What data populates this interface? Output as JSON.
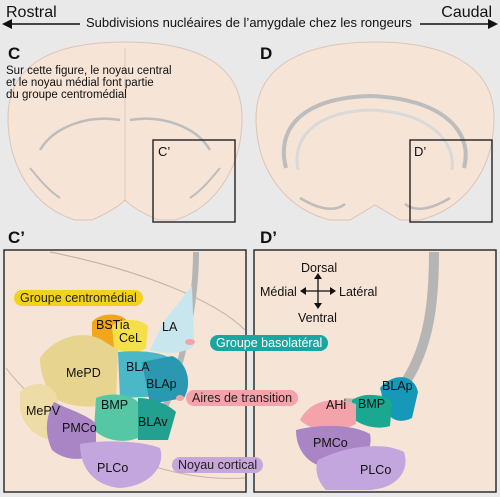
{
  "header": {
    "left": "Rostral",
    "right": "Caudal",
    "title": "Subdivisions nucléaires de l’amygdale chez les rongeurs"
  },
  "panels": {
    "c": "C",
    "d": "D",
    "c_inset": "C’",
    "d_inset": "D’",
    "c_zoom": "C’",
    "d_zoom": "D’"
  },
  "note": {
    "line1": "Sur cette figure, le noyau central",
    "line2": "et le noyau médial font partie",
    "line3": "du groupe centromédial"
  },
  "compass": {
    "up": "Dorsal",
    "down": "Ventral",
    "left": "Médial",
    "right": "Latéral"
  },
  "groups": {
    "centromedial": "Groupe centromédial",
    "basolateral": "Groupe basolatéral",
    "transition": "Aires de transition",
    "cortical": "Noyau cortical"
  },
  "regions_c": {
    "bstia": "BSTia",
    "cel": "CeL",
    "la": "LA",
    "mepd": "MePD",
    "bla": "BLA",
    "blap": "BLAp",
    "mepv": "MePV",
    "bmp": "BMP",
    "blav": "BLAv",
    "pmco": "PMCo",
    "plco": "PLCo"
  },
  "regions_d": {
    "blap": "BLAp",
    "ahi": "AHi",
    "bmp": "BMP",
    "pmco": "PMCo",
    "plco": "PLCo"
  },
  "colors": {
    "tissue": "#f6e4d6",
    "centromedial": "#f2d21d",
    "basolateral": "#1aa6a0",
    "transition": "#f3a3a9",
    "cortical": "#c7a6d9"
  }
}
